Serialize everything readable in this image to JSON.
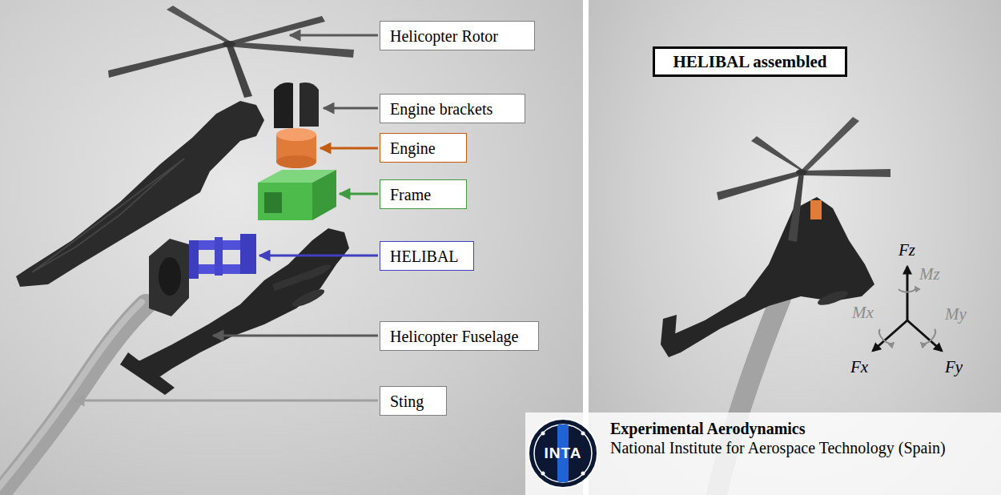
{
  "diagram": {
    "nodes": [
      {
        "text": [
          "Helicopter Rotor"
        ]
      },
      {
        "text": [
          "HELIBAL assembled"
        ]
      },
      {
        "text": [
          "Engine brackets"
        ]
      },
      {
        "text": [
          "Engine"
        ]
      },
      {
        "text": [
          "Frame"
        ]
      },
      {
        "text": [
          "HELIBAL"
        ]
      },
      {
        "text": [
          "Helicopter Fuselage"
        ]
      },
      {
        "text": [
          "Sting"
        ]
      },
      {
        "text": [
          "Experimental Aerodynamics",
          "National Institute for Aerospace Technology (Spain)"
        ]
      },
      {
        "text": [
          "INTA"
        ],
        "in": 8
      }
    ],
    "labels": [
      "Fz",
      "Mz",
      "Mx",
      "My",
      "Fx",
      "Fy"
    ]
  }
}
